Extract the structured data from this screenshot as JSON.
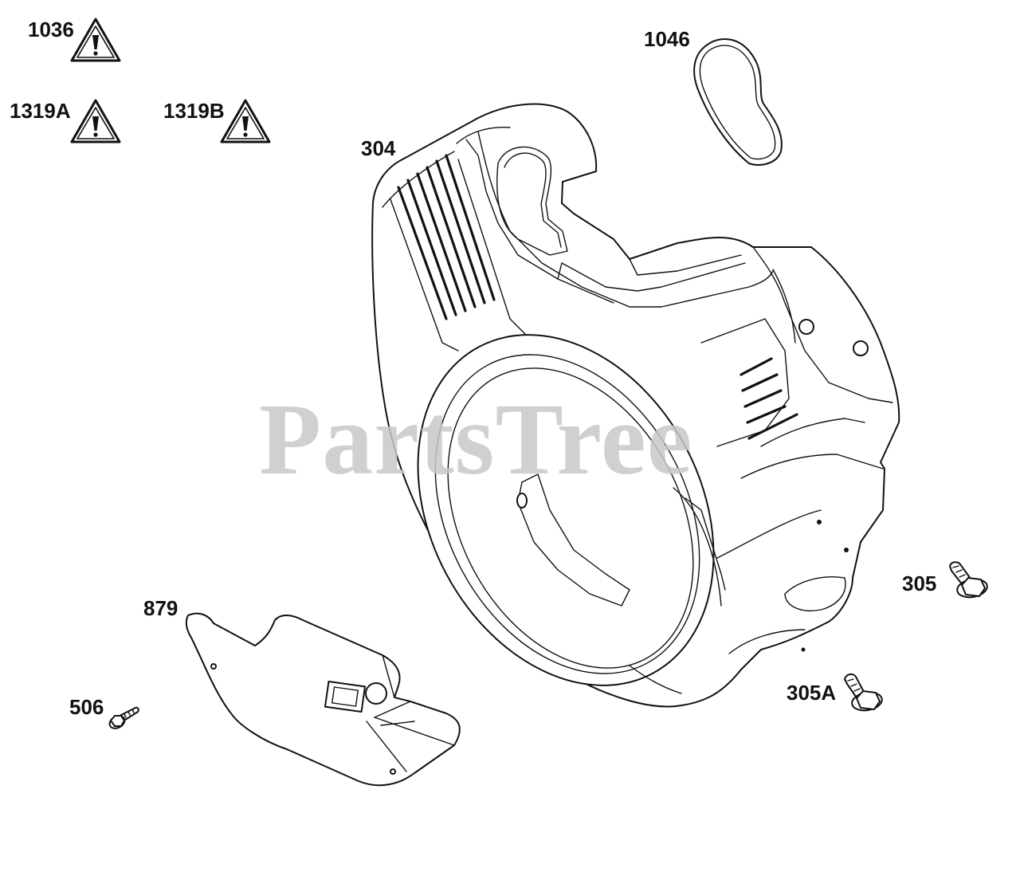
{
  "watermark": "PartsTree",
  "callouts": {
    "c1036": "1036",
    "c1319a": "1319A",
    "c1319b": "1319B",
    "c1046": "1046",
    "c304": "304",
    "c305": "305",
    "c305a": "305A",
    "c879": "879",
    "c506": "506"
  },
  "icons": {
    "warning": "warning-triangle-icon",
    "bolt": "flange-bolt-icon",
    "screw": "screw-icon"
  }
}
